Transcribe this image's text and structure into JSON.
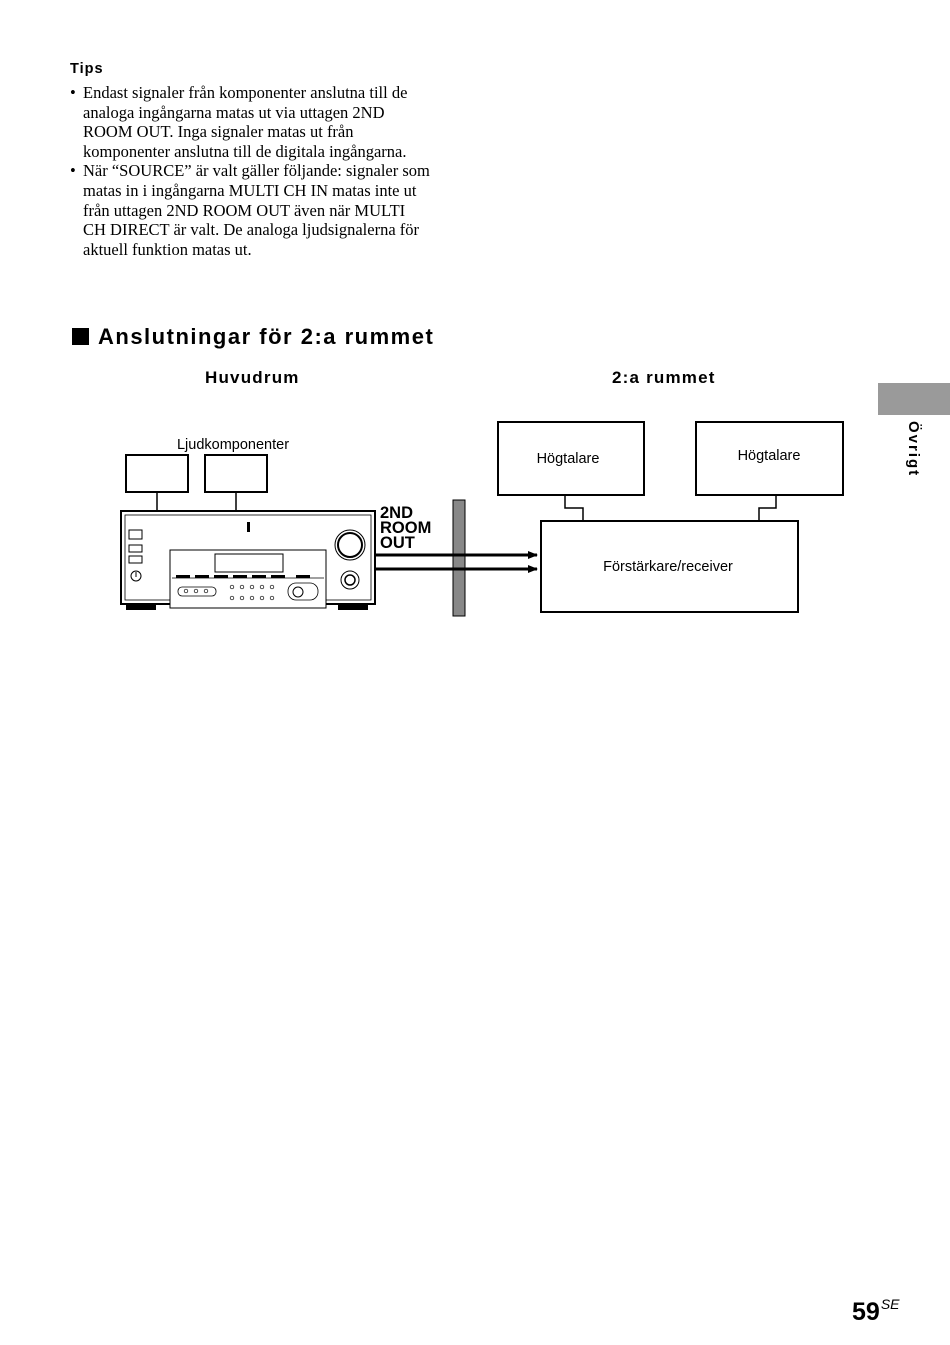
{
  "tips": {
    "title": "Tips",
    "items": [
      "Endast signaler från komponenter anslutna till de analoga ingångarna matas ut via uttagen 2ND ROOM OUT. Inga signaler matas ut från komponenter anslutna till de digitala ingångarna.",
      "När “SOURCE” är valt gäller följande: signaler som matas in i ingångarna MULTI CH IN matas inte ut från uttagen 2ND ROOM OUT även när MULTI CH DIRECT är valt. De analoga ljudsignalerna för aktuell funktion matas ut."
    ]
  },
  "section": {
    "heading": "Anslutningar för 2:a rummet"
  },
  "diagram": {
    "main_room_label": "Huvudrum",
    "second_room_label": "2:a rummet",
    "audio_components_label": "Ljudkomponenter",
    "speaker_left_label": "Högtalare",
    "speaker_right_label": "Högtalare",
    "amplifier_label": "Förstärkare/receiver",
    "output_label_lines": [
      "2ND",
      "ROOM",
      "OUT"
    ]
  },
  "side_tab": {
    "label": "Övrigt"
  },
  "page": {
    "number": "59",
    "suffix": "SE"
  }
}
